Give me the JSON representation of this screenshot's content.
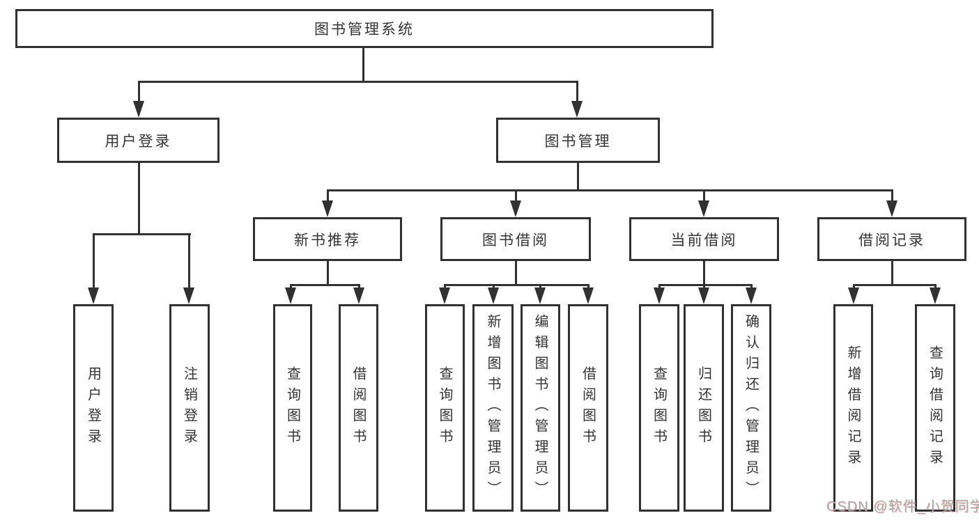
{
  "tree": {
    "label": "图书管理系统",
    "children": [
      {
        "label": "用户登录",
        "children": [
          {
            "label": "用户登录"
          },
          {
            "label": "注销登录"
          }
        ]
      },
      {
        "label": "图书管理",
        "children": [
          {
            "label": "新书推荐",
            "children": [
              {
                "label": "查询图书"
              },
              {
                "label": "借阅图书"
              }
            ]
          },
          {
            "label": "图书借阅",
            "children": [
              {
                "label": "查询图书"
              },
              {
                "label": "新增图书（管理员）"
              },
              {
                "label": "编辑图书（管理员）"
              },
              {
                "label": "借阅图书"
              }
            ]
          },
          {
            "label": "当前借阅",
            "children": [
              {
                "label": "查询图书"
              },
              {
                "label": "归还图书"
              },
              {
                "label": "确认归还（管理员）"
              }
            ]
          },
          {
            "label": "借阅记录",
            "children": [
              {
                "label": "新增借阅记录"
              },
              {
                "label": "查询借阅记录"
              }
            ]
          }
        ]
      }
    ]
  },
  "watermark": {
    "text": "CSDN @软件_小贺同学"
  },
  "colors": {
    "line": "#313131",
    "text": "#333333",
    "watermark_text": "#a8a8a8"
  }
}
